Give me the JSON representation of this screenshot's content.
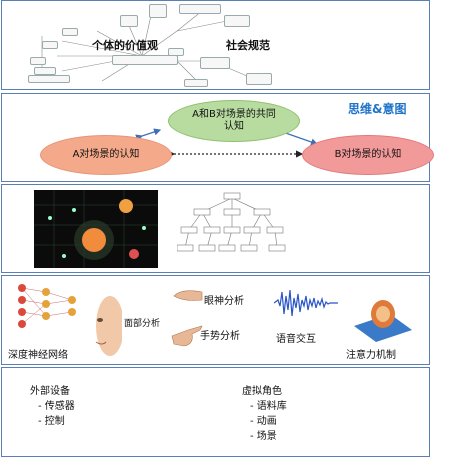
{
  "panel1": {
    "label_left": "个体的价值观",
    "label_right": "社会规范"
  },
  "panel2": {
    "heading": "思维&意图",
    "node_a": "A对场景的认知",
    "node_ab": "A和B对场景的共同认知",
    "node_b": "B对场景的认知"
  },
  "panel4": {
    "deep_nn": "深度神经网络",
    "face": "面部分析",
    "eye": "眼神分析",
    "gesture": "手势分析",
    "voice": "语音交互",
    "attention": "注意力机制"
  },
  "panel5": {
    "left_title": "外部设备",
    "left_items": [
      "传感器",
      "控制"
    ],
    "right_title": "虚拟角色",
    "right_items": [
      "语料库",
      "动画",
      "场景"
    ]
  }
}
